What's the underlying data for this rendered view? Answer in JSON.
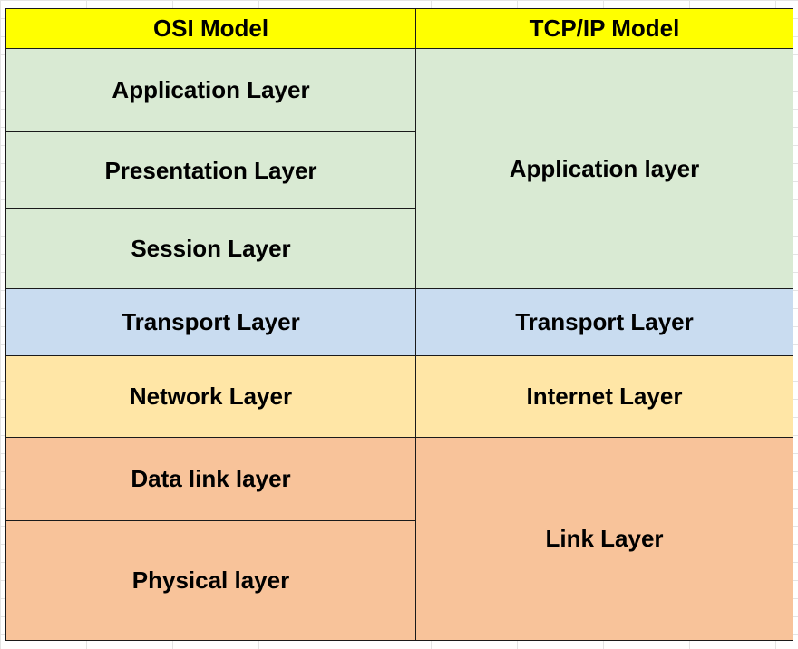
{
  "headers": {
    "osi": "OSI Model",
    "tcpip": "TCP/IP Model"
  },
  "osi_layers": [
    "Application Layer",
    "Presentation Layer",
    "Session Layer",
    "Transport Layer",
    "Network Layer",
    "Data link layer",
    "Physical layer"
  ],
  "tcpip_layers": [
    "Application layer",
    "Transport Layer",
    "Internet Layer",
    "Link Layer"
  ],
  "colors": {
    "header": "#FFFF00",
    "application": "#D9EAD3",
    "transport": "#C9DCF0",
    "network": "#FFE6A6",
    "link": "#F8C39A"
  }
}
